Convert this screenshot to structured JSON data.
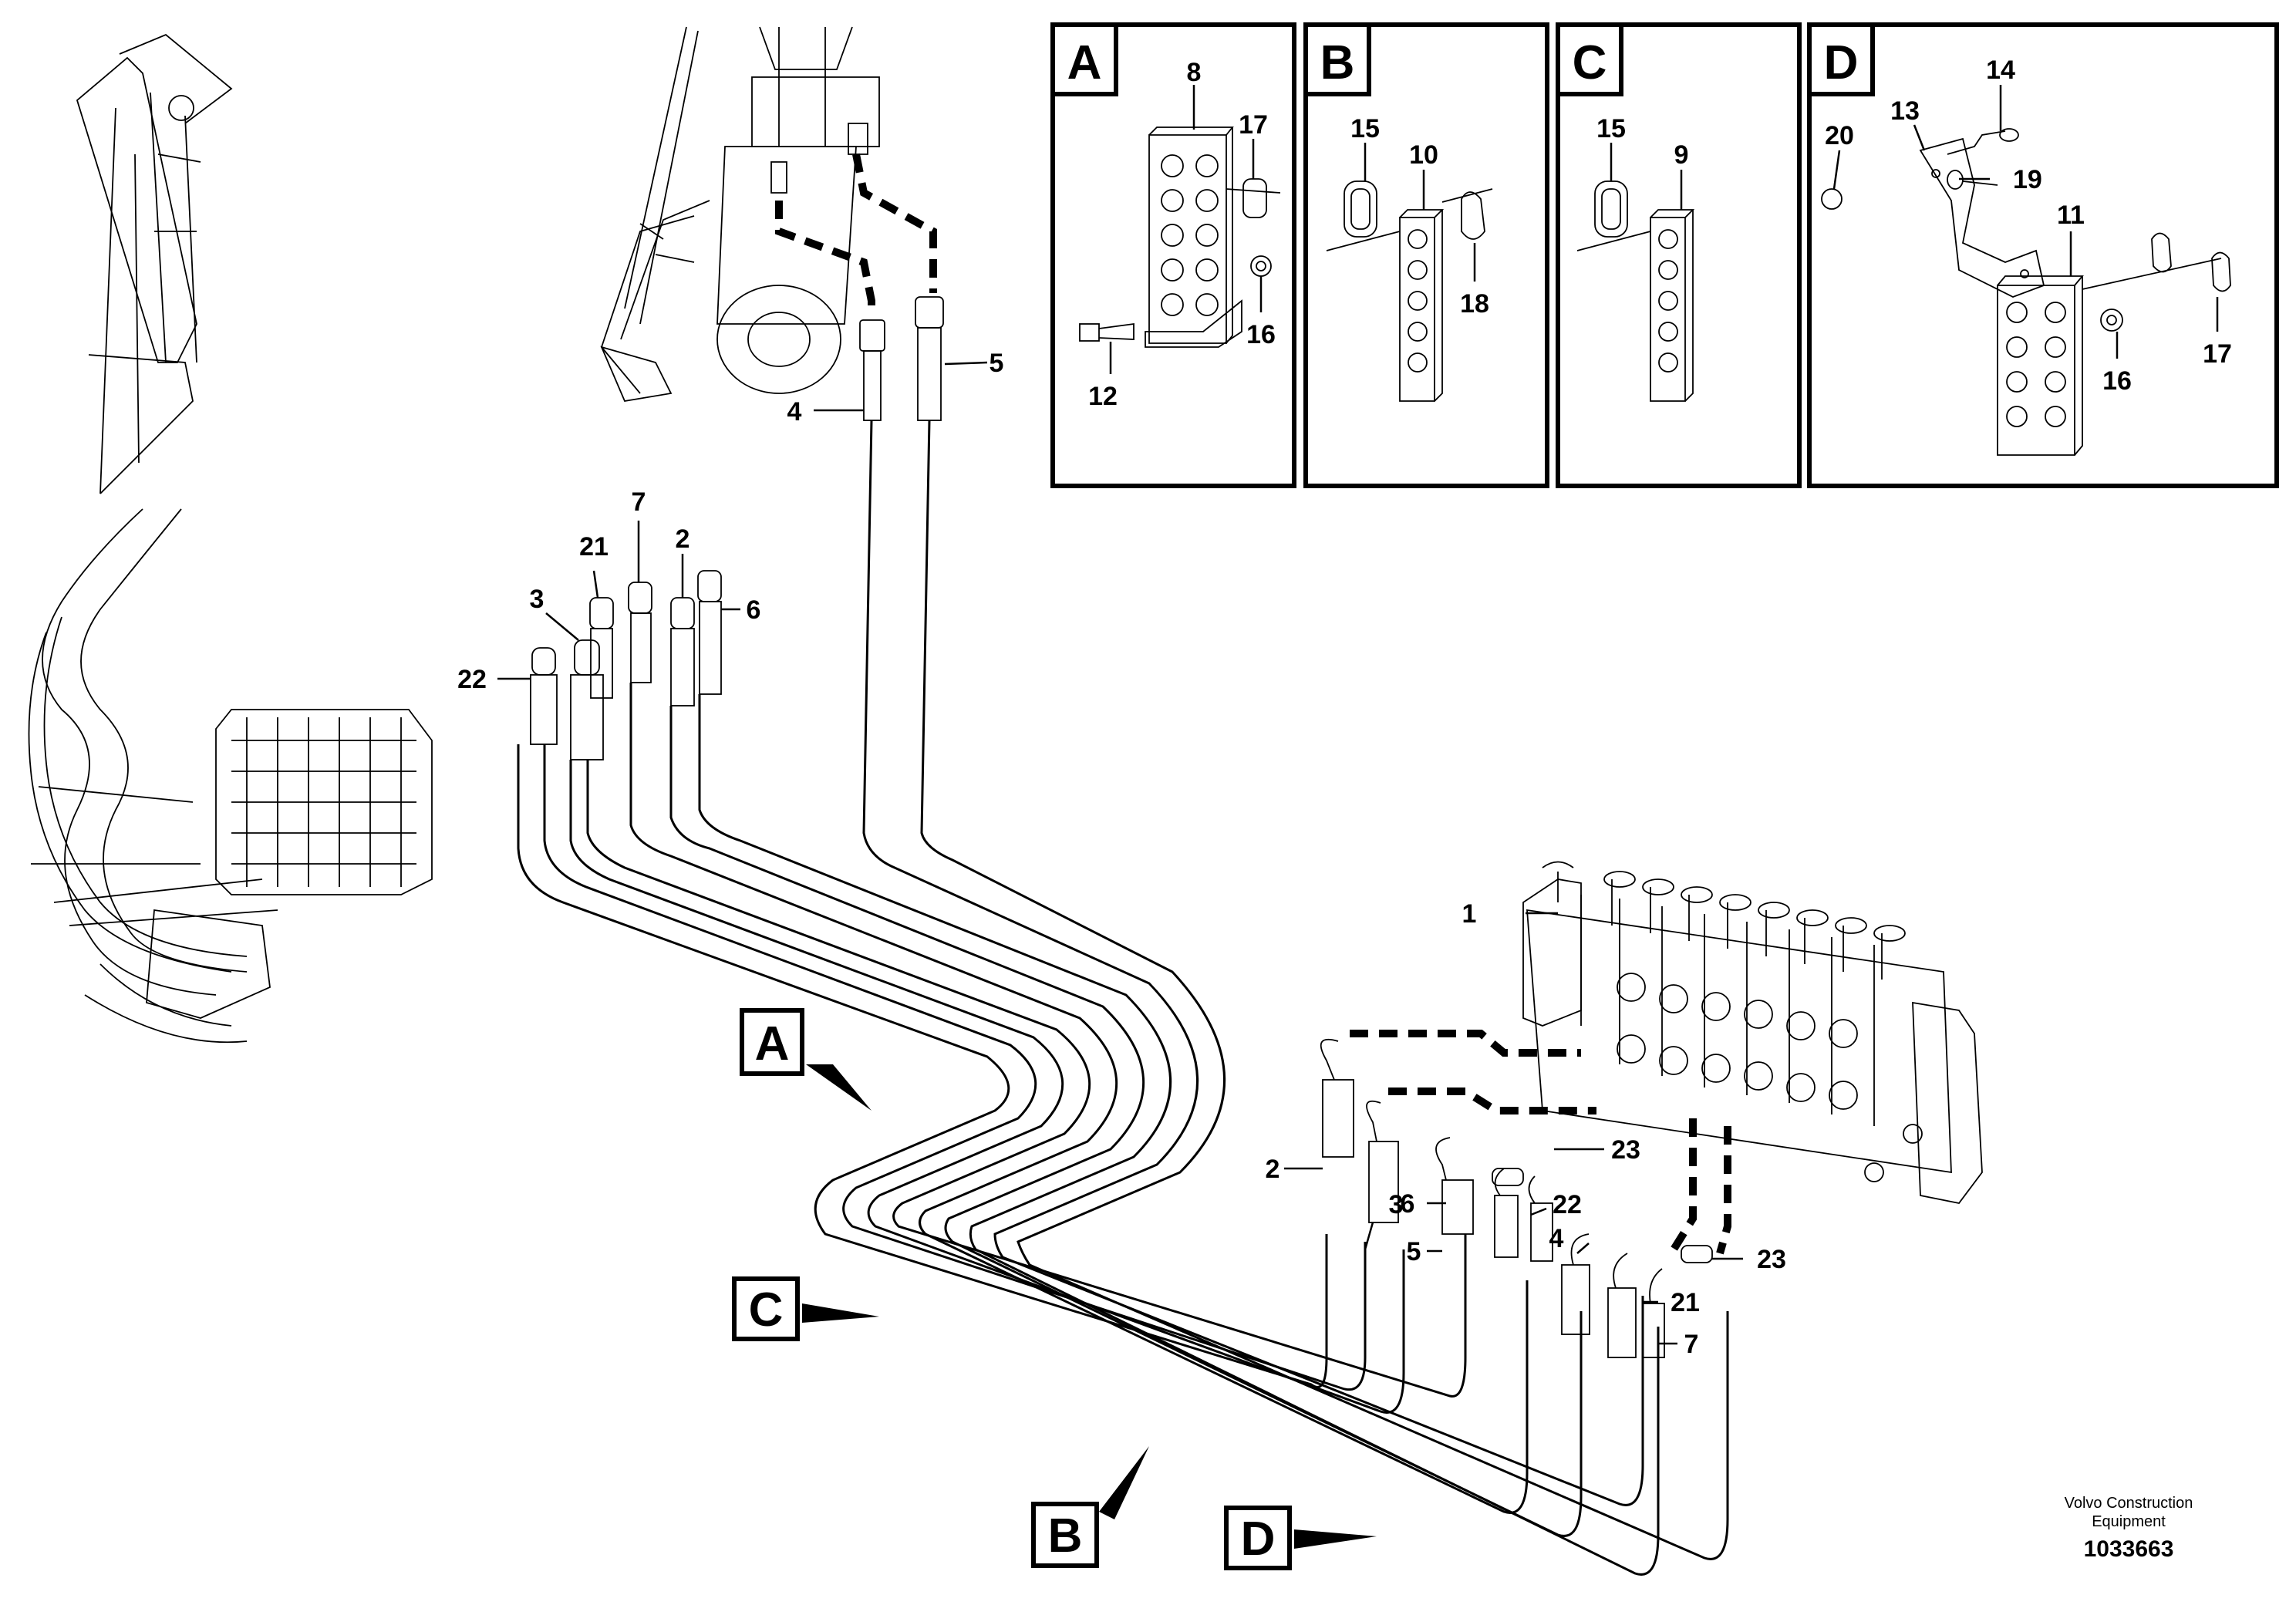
{
  "detail_boxes": [
    {
      "letter": "A",
      "labels": [
        "8",
        "17",
        "16",
        "12"
      ]
    },
    {
      "letter": "B",
      "labels": [
        "15",
        "10",
        "18"
      ]
    },
    {
      "letter": "C",
      "labels": [
        "15",
        "9"
      ]
    },
    {
      "letter": "D",
      "labels": [
        "14",
        "13",
        "20",
        "19",
        "11",
        "16",
        "17"
      ]
    }
  ],
  "callout_letters": [
    "A",
    "C",
    "B",
    "D"
  ],
  "part_labels": {
    "cylinder": [
      "4",
      "5"
    ],
    "fittings_left": [
      "7",
      "21",
      "2",
      "3",
      "6",
      "22"
    ],
    "valve": [
      "1"
    ],
    "valve_side": [
      "2",
      "3",
      "23",
      "6",
      "22",
      "5",
      "4",
      "23",
      "21",
      "7"
    ]
  },
  "credit": {
    "line1": "Volvo Construction",
    "line2": "Equipment",
    "number": "1033663"
  }
}
